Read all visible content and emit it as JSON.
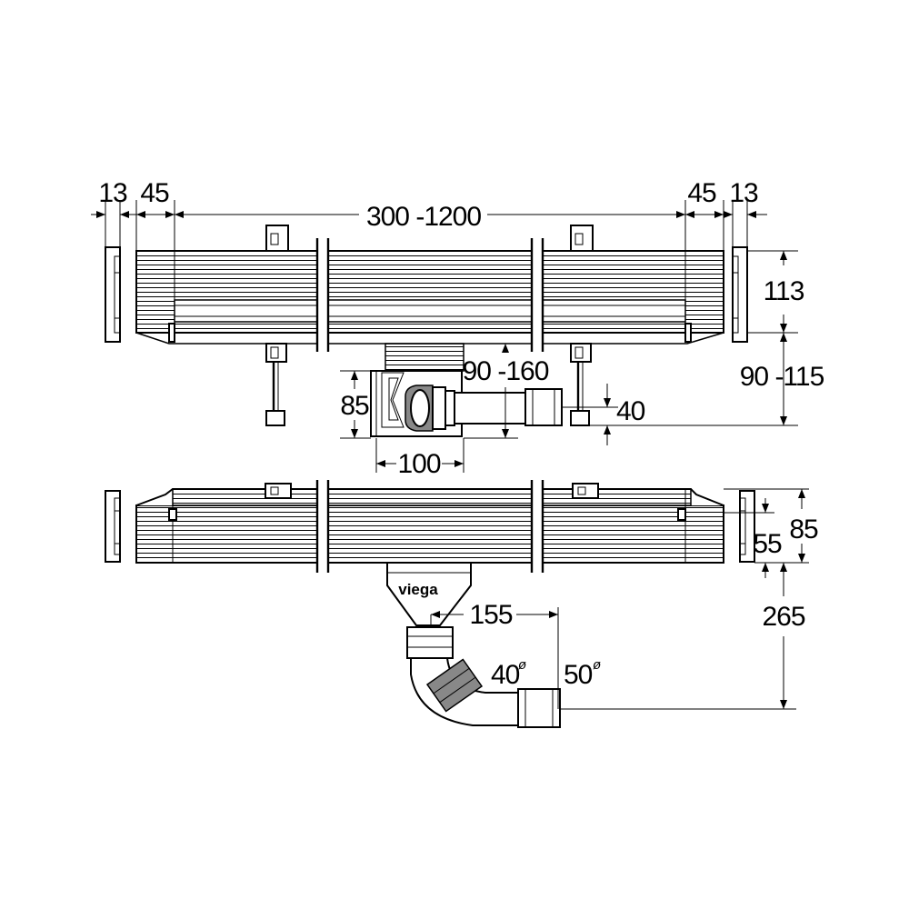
{
  "top_view": {
    "dims": {
      "end_cap_left": "13",
      "margin_left": "45",
      "channel_length": "300 -1200",
      "margin_right": "45",
      "end_cap_right": "13",
      "channel_height": "113",
      "adjust_height": "90 -115",
      "outlet_depth": "90 -160",
      "outlet_height": "85",
      "outlet_offset": "40",
      "outlet_width": "100"
    }
  },
  "side_view": {
    "brand": "viega",
    "dims": {
      "inner_height": "55",
      "outer_height": "85",
      "total_height": "265",
      "outlet_horizontal": "155",
      "pipe_small": "40",
      "pipe_large": "50",
      "diameter_symbol": "ø"
    }
  }
}
